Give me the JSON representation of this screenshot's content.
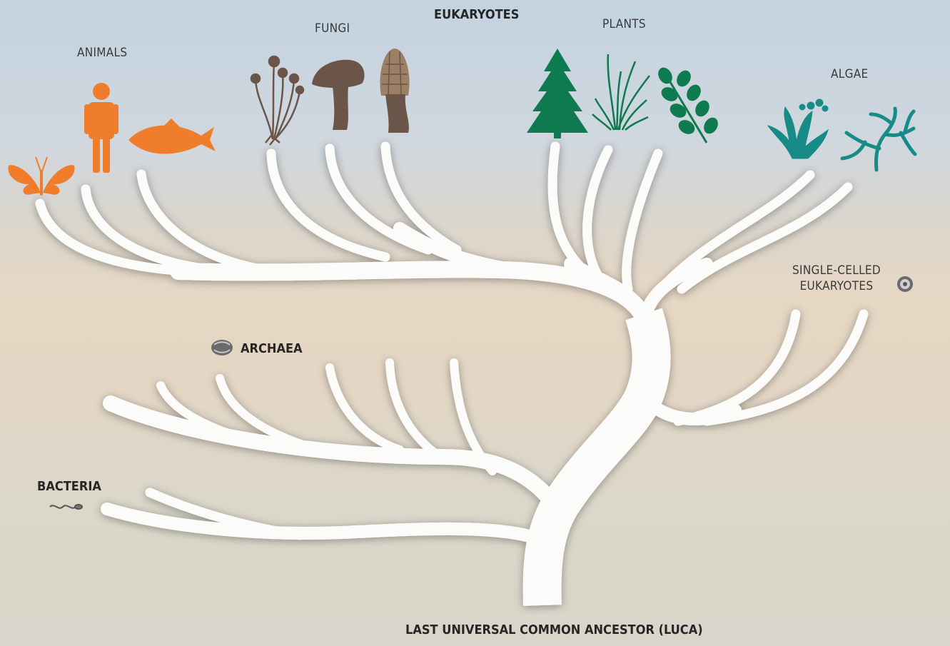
{
  "diagram": {
    "labels": {
      "eukaryotes": "EUKARYOTES",
      "animals": "ANIMALS",
      "fungi": "FUNGI",
      "plants": "PLANTS",
      "algae": "ALGAE",
      "single_celled_line1": "SINGLE-CELLED",
      "single_celled_line2": "EUKARYOTES",
      "archaea": "ARCHAEA",
      "bacteria": "BACTERIA",
      "luca": "LAST UNIVERSAL COMMON ANCESTOR (LUCA)"
    },
    "groups": [
      {
        "name": "animals",
        "color": "#f07d2c",
        "icons": [
          "butterfly-icon",
          "human-icon",
          "fish-icon"
        ]
      },
      {
        "name": "fungi",
        "color": "#6b5549",
        "icons": [
          "mold-icon",
          "mushroom-icon",
          "morel-icon"
        ]
      },
      {
        "name": "plants",
        "color": "#0d7a4f",
        "icons": [
          "fir-tree-icon",
          "grass-icon",
          "leaf-icon"
        ]
      },
      {
        "name": "algae",
        "color": "#178b87",
        "icons": [
          "kelp-icon",
          "seaweed-icon"
        ]
      },
      {
        "name": "single-celled-eukaryotes",
        "color": "#555555",
        "icons": [
          "single-cell-icon"
        ]
      },
      {
        "name": "archaea",
        "color": "#555555",
        "icons": [
          "archaea-cell-icon"
        ]
      },
      {
        "name": "bacteria",
        "color": "#555555",
        "icons": [
          "bacterium-icon"
        ]
      }
    ],
    "colors": {
      "branch": "#fbfbf9",
      "background_top": "#c3d3e0",
      "background_bottom": "#d8d6ca"
    }
  }
}
